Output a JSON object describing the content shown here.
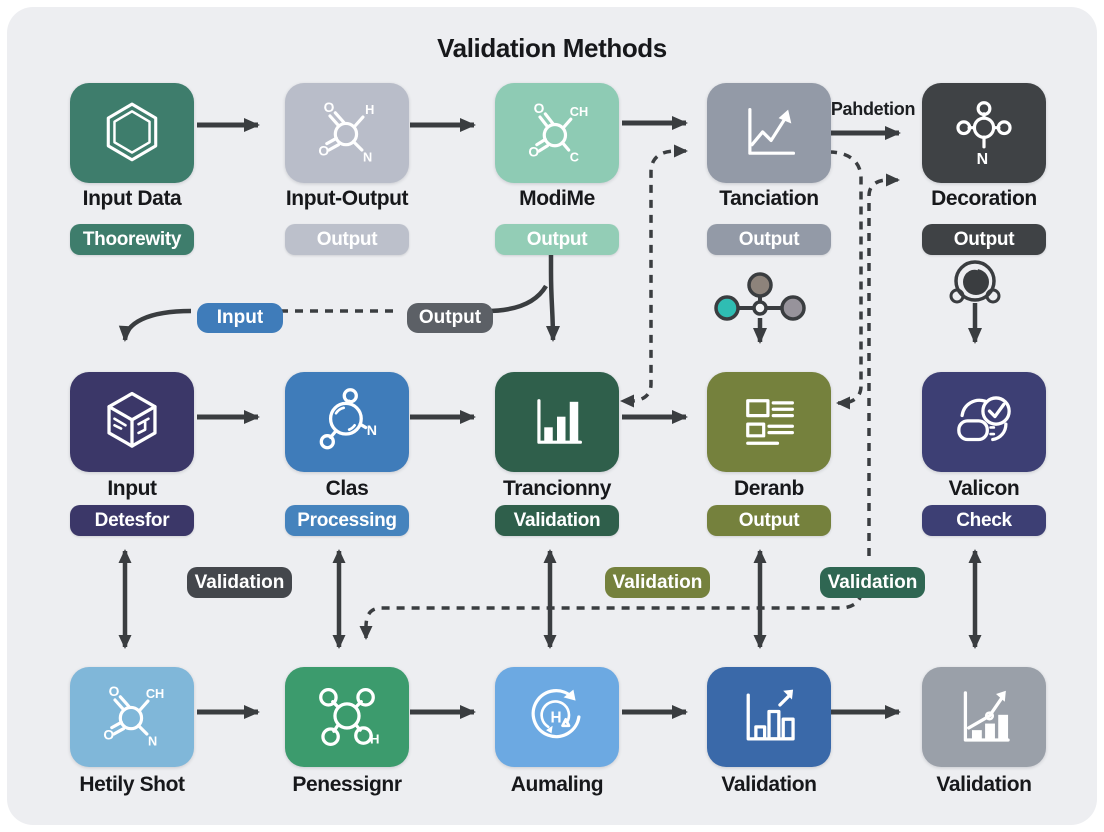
{
  "title": "Validation Methods",
  "edge_labels": {
    "pahdetion": "Pahdetion"
  },
  "flow_badges": {
    "input": {
      "label": "Input",
      "color": "#3f7cba"
    },
    "output": {
      "label": "Output",
      "color": "#5c6066"
    }
  },
  "mid_badges": [
    {
      "label": "Validation",
      "color": "#44474c"
    },
    {
      "label": "Validation",
      "color": "#75813d"
    },
    {
      "label": "Validation",
      "color": "#2f6652"
    }
  ],
  "nodes": {
    "top": [
      {
        "label": "Input Data",
        "badge": "Thoorewity",
        "color": "#3e7d6c",
        "badge_color": "#3e7d6c",
        "icon": "benzene-icon"
      },
      {
        "label": "Input-Output",
        "badge": "Output",
        "color": "#b9bdc9",
        "badge_color": "#bcc0cb",
        "icon": "molecule-ohn-icon"
      },
      {
        "label": "ModiMe",
        "badge": "Output",
        "color": "#8ecbb4",
        "badge_color": "#93cdb6",
        "icon": "molecule-och-icon"
      },
      {
        "label": "Tanciation",
        "badge": "Output",
        "color": "#939aa7",
        "badge_color": "#939aa7",
        "icon": "trend-chart-icon"
      },
      {
        "label": "Decoration",
        "badge": "Output",
        "color": "#3f4245",
        "badge_color": "#3f4245",
        "icon": "cross-molecule-icon"
      }
    ],
    "middle": [
      {
        "label": "Input",
        "badge": "Detesfor",
        "color": "#3b3768",
        "badge_color": "#3b3768",
        "icon": "cube-icon"
      },
      {
        "label": "Clas",
        "badge": "Processing",
        "color": "#3f7cba",
        "badge_color": "#4583bd",
        "icon": "atom-molecule-icon"
      },
      {
        "label": "Trancionny",
        "badge": "Validation",
        "color": "#2f5f4b",
        "badge_color": "#2f5f4b",
        "icon": "bar-chart-icon"
      },
      {
        "label": "Deranb",
        "badge": "Output",
        "color": "#75813d",
        "badge_color": "#75813d",
        "icon": "document-list-icon"
      },
      {
        "label": "Valicon",
        "badge": "Check",
        "color": "#3d3f74",
        "badge_color": "#3d3f74",
        "icon": "check-shield-icon"
      }
    ],
    "bottom": [
      {
        "label": "Hetily Shot",
        "color": "#80b7d9",
        "icon": "molecule-ohn-icon"
      },
      {
        "label": "Penessignr",
        "color": "#3c9b6d",
        "icon": "molecule-four-icon"
      },
      {
        "label": "Aumaling",
        "color": "#6ca9e2",
        "icon": "cycle-icon"
      },
      {
        "label": "Validation",
        "color": "#3a69a9",
        "icon": "bar-growth-icon"
      },
      {
        "label": "Validation",
        "color": "#9aa0a9",
        "icon": "combo-chart-icon"
      }
    ]
  },
  "decorations": {
    "tri_molecule_colors": [
      "#8d837b",
      "#2fbdb3",
      "#97939b"
    ],
    "arrow_color": "#3a3d40",
    "background": "#edeef1"
  }
}
